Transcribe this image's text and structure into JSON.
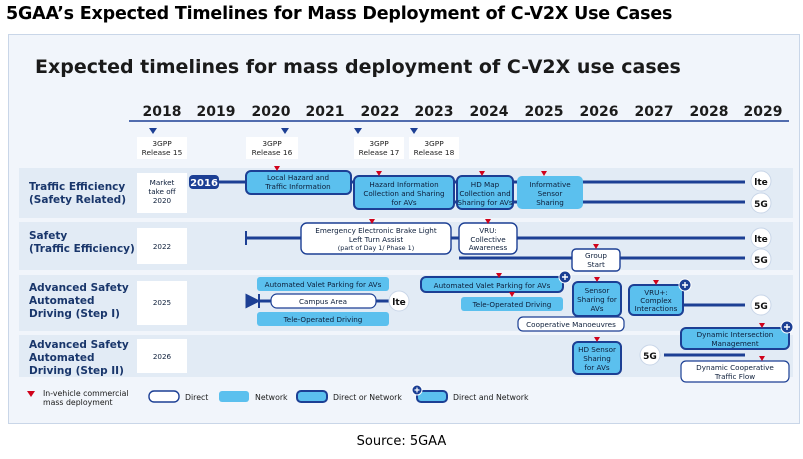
{
  "page_title": "5GAA’s Expected Timelines for Mass Deployment of C-V2X Use Cases",
  "source": "Source: 5GAA",
  "chart": {
    "title": "Expected timelines for mass deployment of C-V2X use cases",
    "years": [
      "2018",
      "2019",
      "2020",
      "2021",
      "2022",
      "2023",
      "2024",
      "2025",
      "2026",
      "2027",
      "2028",
      "2029"
    ],
    "releases": [
      {
        "line1": "3GPP",
        "line2": "Release 15"
      },
      {
        "line1": "3GPP",
        "line2": "Release 16"
      },
      {
        "line1": "3GPP",
        "line2": "Release 17"
      },
      {
        "line1": "3GPP",
        "line2": "Release 18"
      }
    ],
    "rows": [
      {
        "line1": "Traffic Efficiency",
        "line2": "(Safety Related)",
        "takeoff": [
          "Market",
          "take off",
          "2020"
        ]
      },
      {
        "line1": "Safety",
        "line2": "(Traffic Efficiency)",
        "takeoff": [
          "2022"
        ]
      },
      {
        "line1": "Advanced Safety",
        "line2": "Automated",
        "line3": "Driving (Step I)",
        "takeoff": [
          "2025"
        ]
      },
      {
        "line1": "Advanced Safety",
        "line2": "Automated",
        "line3": "Driving (Step II)",
        "takeoff": [
          "2026"
        ]
      }
    ],
    "badge_2016": "2016",
    "tech": {
      "lte": "lte",
      "g5": "5G"
    },
    "boxes": {
      "local_hazard": [
        "Local Hazard and",
        "Traffic Information"
      ],
      "hazard_info": [
        "Hazard Information",
        "Collection and Sharing",
        "for AVs"
      ],
      "hd_map": [
        "HD Map",
        "Collection and",
        "Sharing for AVs"
      ],
      "informative": [
        "Informative",
        "Sensor",
        "Sharing"
      ],
      "eebl": [
        "Emergency Electronic Brake Light",
        "Left Turn Assist",
        "(part of Day 1/ Phase 1)"
      ],
      "vru_aware": [
        "VRU:",
        "Collective",
        "Awareness"
      ],
      "group_start": [
        "Group",
        "Start"
      ],
      "valet_1": [
        "Automated Valet Parking for AVs"
      ],
      "campus": [
        "Campus Area"
      ],
      "tele_1": [
        "Tele-Operated Driving"
      ],
      "valet_2": [
        "Automated Valet Parking for AVs"
      ],
      "tele_2": [
        "Tele-Operated Driving"
      ],
      "sensor_sharing": [
        "Sensor",
        "Sharing for",
        "AVs"
      ],
      "vru_complex": [
        "VRU+:",
        "Complex",
        "Interactions"
      ],
      "coop_manoeuvres": [
        "Cooperative Manoeuvres"
      ],
      "dyn_intersection": [
        "Dynamic Intersection",
        "Management"
      ],
      "hd_sensor": [
        "HD Sensor",
        "Sharing",
        "for AVs"
      ],
      "dyn_coop": [
        "Dynamic Cooperative",
        "Traffic Flow"
      ]
    },
    "legend": {
      "mass": [
        "In-vehicle commercial",
        "mass deployment"
      ],
      "direct": "Direct",
      "network": "Network",
      "direct_or_network": "Direct or Network",
      "direct_and_network": "Direct and Network"
    },
    "colors": {
      "navy": "#1c3f94",
      "light": "#5bc0ee",
      "red": "#d0021b",
      "frame": "#f1f5fb",
      "rowband": "#e2ebf5"
    }
  }
}
